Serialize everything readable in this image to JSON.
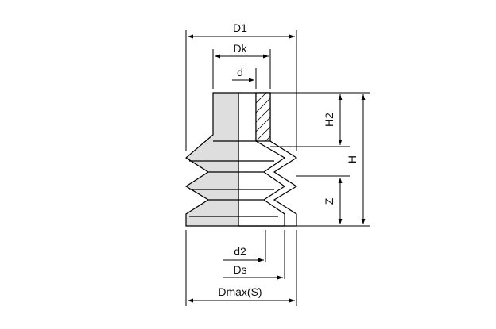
{
  "labels": {
    "d1": "D1",
    "dk": "Dk",
    "d": "d",
    "h2": "H2",
    "h": "H",
    "z": "Z",
    "d2": "d2",
    "ds": "Ds",
    "dmax": "Dmax(S)"
  }
}
